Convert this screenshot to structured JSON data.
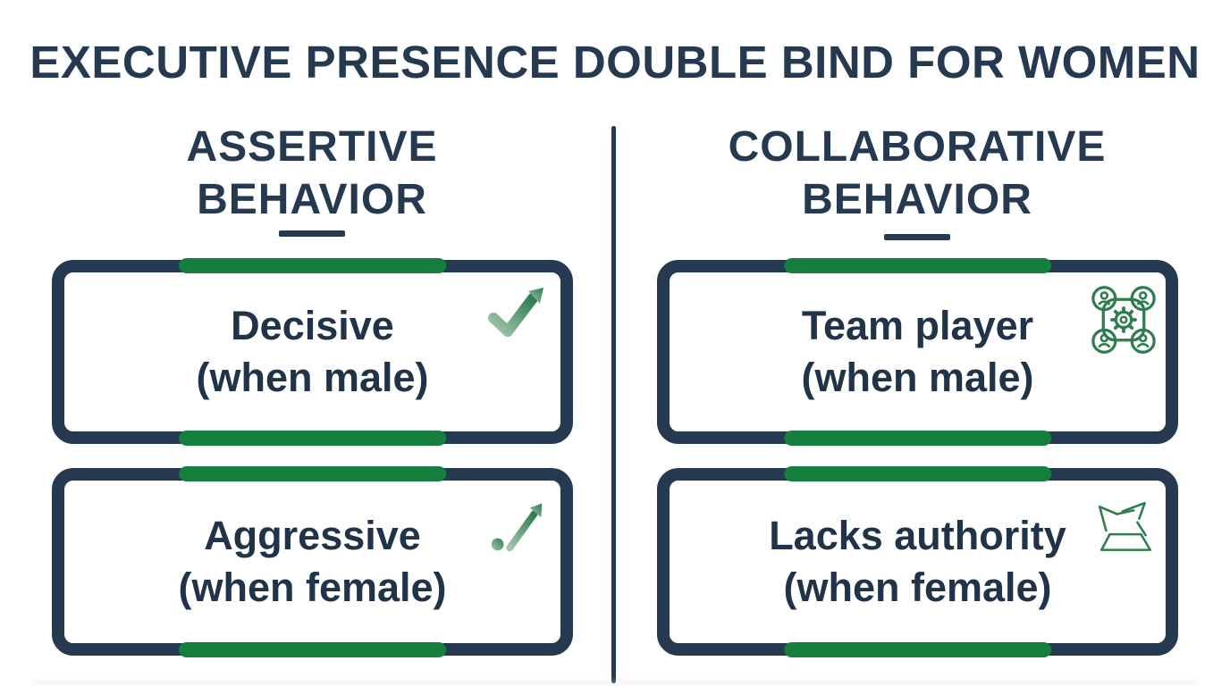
{
  "title": "EXECUTIVE PRESENCE DOUBLE BIND FOR WOMEN",
  "columns": [
    {
      "header": {
        "line1": "ASSERTIVE",
        "line2": "BEHAVIOR"
      },
      "cards": [
        {
          "label": "Decisive",
          "qualifier": "(when male)",
          "icon": "check-trend-up-icon"
        },
        {
          "label": "Aggressive",
          "qualifier": "(when female)",
          "icon": "exclamation-trend-up-icon"
        }
      ]
    },
    {
      "header": {
        "line1": "COLLABORATIVE",
        "line2": "BEHAVIOR"
      },
      "cards": [
        {
          "label": "Team player",
          "qualifier": "(when male)",
          "icon": "team-collaboration-gear-icon"
        },
        {
          "label": "Lacks authority",
          "qualifier": "(when female)",
          "icon": "broken-frame-icon"
        }
      ]
    }
  ],
  "colors": {
    "navy": "#253a50",
    "text": "#203349",
    "green": "#15803d",
    "icon_green_dark": "#2e7d4f",
    "icon_green_light": "#a3c7ae"
  }
}
